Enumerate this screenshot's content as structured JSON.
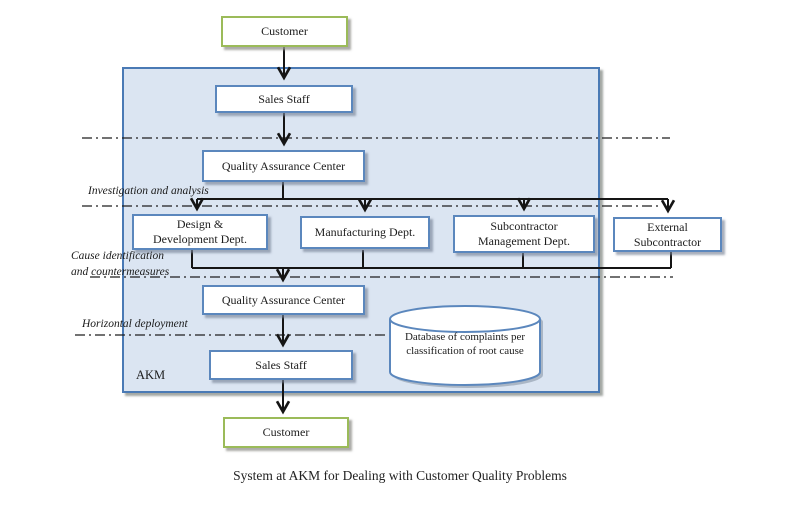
{
  "diagram": {
    "caption": "System at AKM for Dealing with Customer Quality Problems",
    "panel_label": "AKM",
    "nodes": {
      "customer_top": "Customer",
      "sales_staff_1": "Sales Staff",
      "qa_center_1": "Quality Assurance Center",
      "design_dev": "Design & Development Dept.",
      "manufacturing": "Manufacturing Dept.",
      "subcontractor_mgmt": "Subcontractor Management Dept.",
      "external_sub": "External Subcontractor",
      "qa_center_2": "Quality Assurance Center",
      "sales_staff_2": "Sales Staff",
      "customer_bottom": "Customer",
      "database": "Database of complaints per classification of root cause"
    },
    "phase_labels": {
      "investigation": "Investigation and analysis",
      "cause_line1": "Cause identification",
      "cause_line2": "and countermeasures",
      "horizontal": "Horizontal deployment"
    },
    "colors": {
      "panel_fill": "#dbe5f2",
      "panel_border": "#4a7ab5",
      "box_border_blue": "#5b87bd",
      "box_border_green": "#9bbb59",
      "line": "#151515"
    }
  }
}
